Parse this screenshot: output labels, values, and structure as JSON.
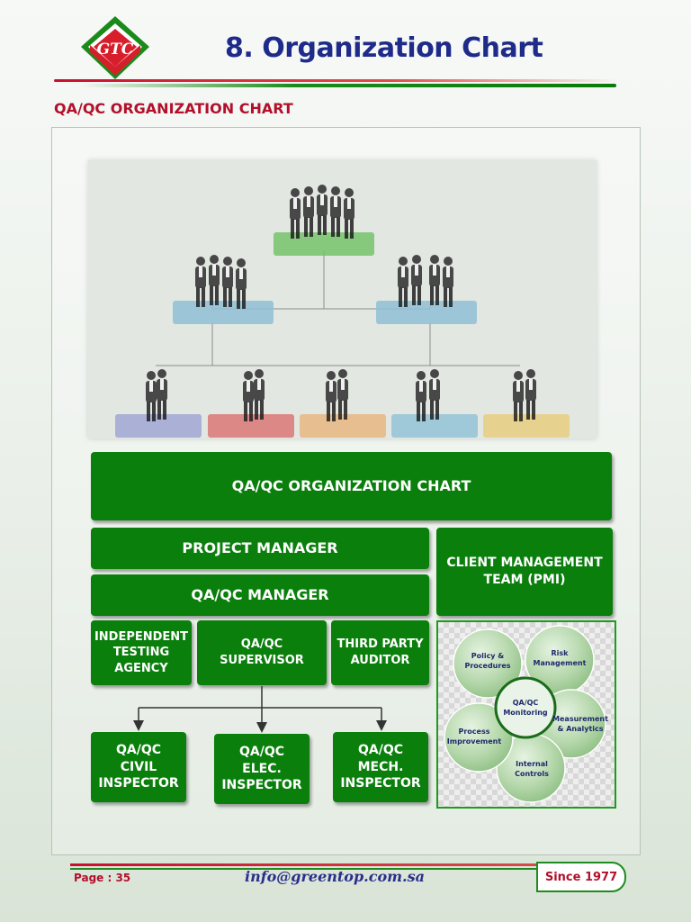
{
  "header": {
    "logo_text": "GTC",
    "title": "8. Organization Chart"
  },
  "section": {
    "subtitle": "QA/QC ORGANIZATION CHART"
  },
  "chart": {
    "banner": "QA/QC ORGANIZATION CHART",
    "project_manager": "PROJECT MANAGER",
    "client_team": [
      "CLIENT MANAGEMENT",
      "TEAM (PMI)"
    ],
    "qaqc_manager": "QA/QC MANAGER",
    "independent_agency": [
      "INDEPENDENT",
      "TESTING",
      "AGENCY"
    ],
    "qaqc_supervisor": [
      "QA/QC",
      "SUPERVISOR"
    ],
    "third_party_auditor": [
      "THIRD PARTY",
      "AUDITOR"
    ],
    "civil_inspector": [
      "QA/QC",
      "CIVIL",
      "INSPECTOR"
    ],
    "elec_inspector": [
      "QA/QC",
      "ELEC.",
      "INSPECTOR"
    ],
    "mech_inspector": [
      "QA/QC",
      "MECH.",
      "INSPECTOR"
    ]
  },
  "cycle": {
    "center": [
      "QA/QC",
      "Monitoring"
    ],
    "policy": [
      "Policy &",
      "Procedures"
    ],
    "risk": [
      "Risk",
      "Management"
    ],
    "measurement": [
      "Measurement",
      "& Analytics"
    ],
    "internal": [
      "Internal",
      "Controls"
    ],
    "process": [
      "Process",
      "Improvement"
    ]
  },
  "footer": {
    "page": "Page : 35",
    "email": "info@greentop.com.sa",
    "since": "Since 1977"
  },
  "colors": {
    "primary_green": "#0a7f0c",
    "title_blue": "#1f2b8a",
    "accent_red": "#b2102b"
  }
}
